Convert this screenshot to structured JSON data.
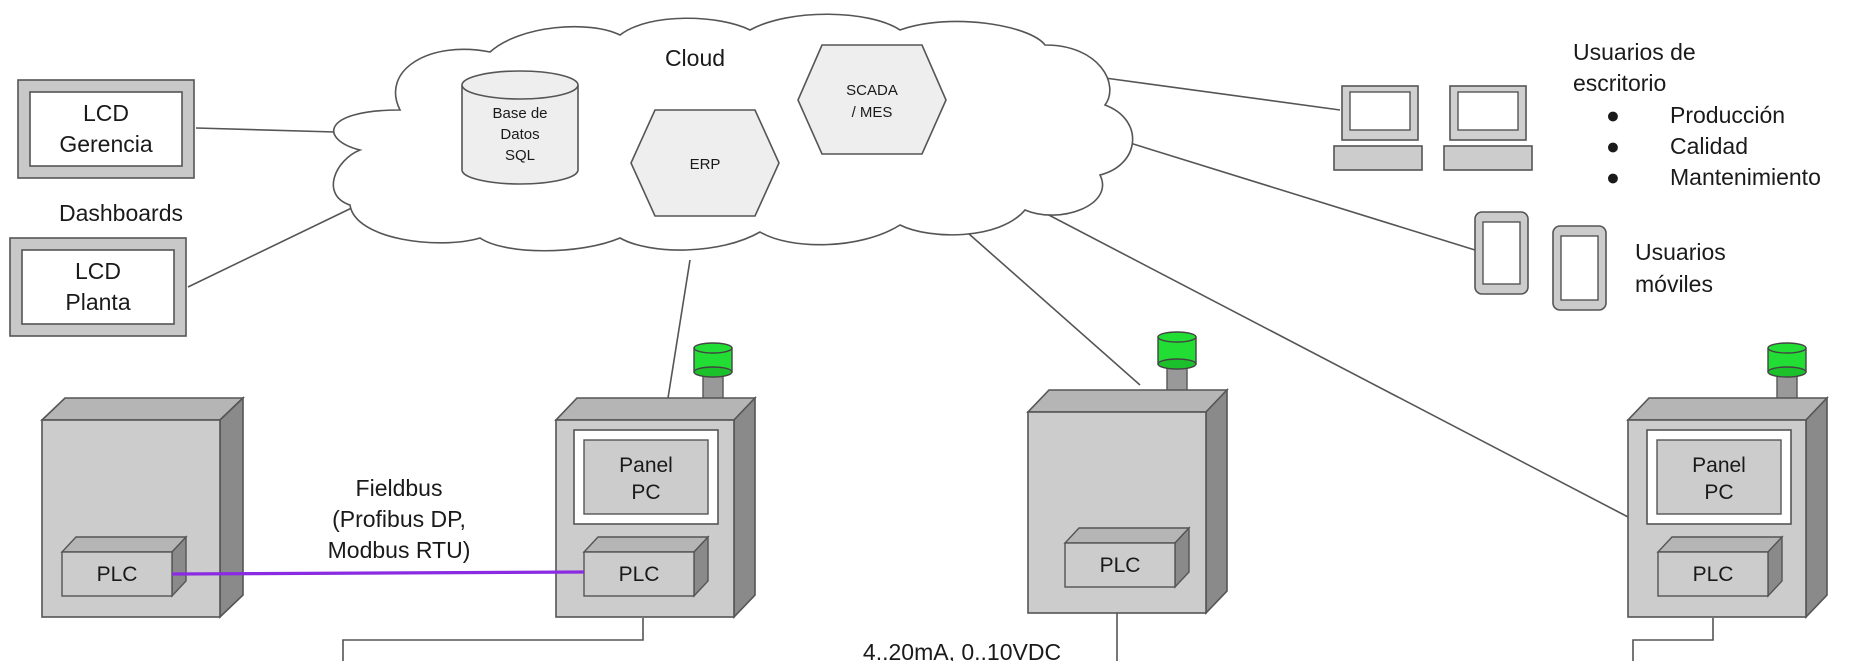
{
  "cloud": {
    "title": "Cloud",
    "database": [
      "Base de",
      "Datos",
      "SQL"
    ],
    "erp": "ERP",
    "scada": [
      "SCADA",
      "/ MES"
    ]
  },
  "dashboards": {
    "title": "Dashboards",
    "lcd_gerencia": [
      "LCD",
      "Gerencia"
    ],
    "lcd_planta": [
      "LCD",
      "Planta"
    ]
  },
  "desktop_users": {
    "title": [
      "Usuarios de",
      "escritorio"
    ],
    "items": [
      "Producción",
      "Calidad",
      "Mantenimiento"
    ]
  },
  "mobile_users": {
    "title": [
      "Usuarios",
      "móviles"
    ]
  },
  "fieldbus": {
    "label": [
      "Fieldbus",
      "(Profibus DP,",
      "Modbus RTU)"
    ],
    "color": "#8a2be2"
  },
  "field_signal": "4..20mA, 0..10VDC",
  "cabinets": {
    "plc_label": "PLC",
    "panel_label": [
      "Panel",
      "PC"
    ],
    "stack_light_color": "#22dd33"
  },
  "colors": {
    "cabinet_front": "#cccccc",
    "cabinet_side": "#8a8a8a",
    "cabinet_top": "#b5b5b5",
    "cloud_fill": "#ffffff",
    "hexagon_fill": "#eeeeee"
  }
}
